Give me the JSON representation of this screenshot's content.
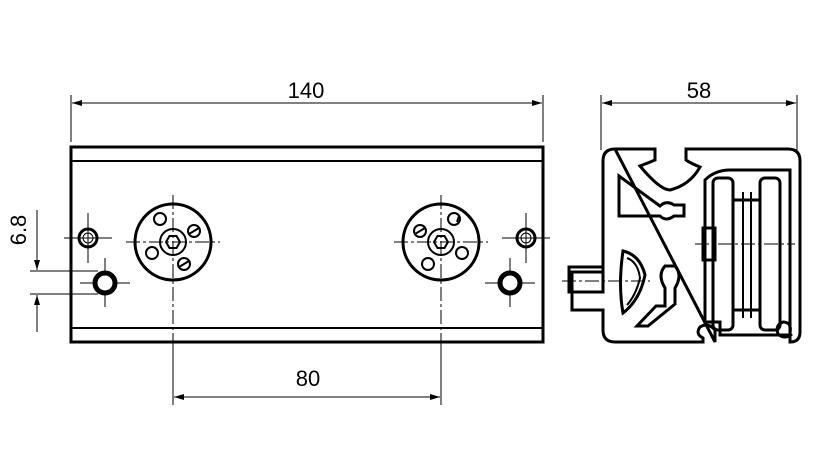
{
  "drawing": {
    "dimensions": {
      "overall_length": "140",
      "profile_width": "58",
      "hub_spacing": "80",
      "hole_offset": "6.8"
    },
    "line_color": "#000000",
    "background": "#ffffff"
  }
}
